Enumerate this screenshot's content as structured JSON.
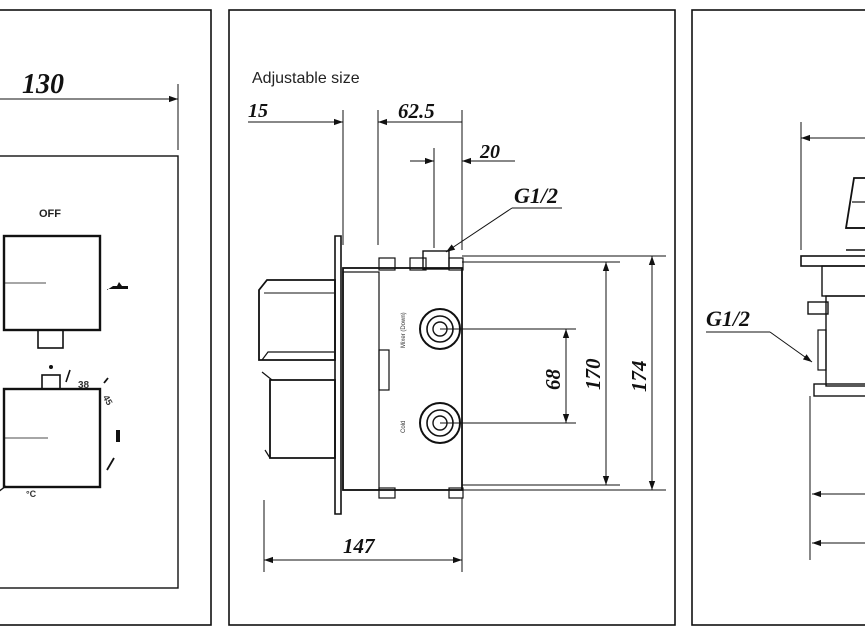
{
  "left_panel": {
    "width_dim": "130",
    "off_label": "OFF"
  },
  "middle_panel": {
    "caption": "Adjustable size",
    "dim_15": "15",
    "dim_62_5": "62.5",
    "dim_20": "20",
    "thread_label": "G1/2",
    "dim_68": "68",
    "dim_170": "170",
    "dim_174": "174",
    "dim_147": "147",
    "port_top_label": "Mixer (Down)",
    "port_bottom_label": "Cold"
  },
  "right_panel": {
    "thread_label": "G1/2"
  }
}
